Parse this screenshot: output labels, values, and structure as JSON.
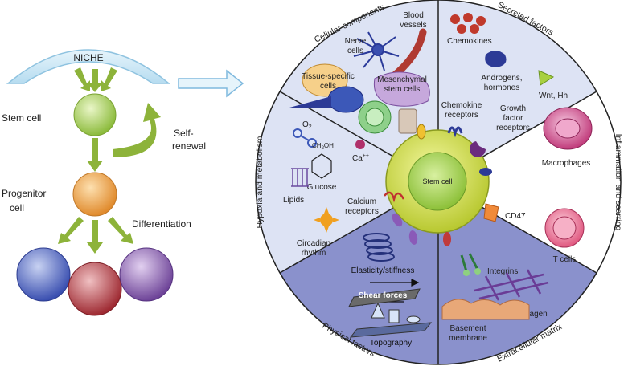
{
  "left_panel": {
    "niche": "NICHE",
    "stem_cell": "Stem cell",
    "self_renewal_1": "Self-",
    "self_renewal_2": "renewal",
    "progenitor_1": "Progenitor",
    "progenitor_2": "cell",
    "differentiation": "Differentiation"
  },
  "wheel": {
    "center": "Stem cell",
    "sectors": {
      "cellular_components": "Cellular components",
      "secreted_factors": "Secreted factors",
      "inflammation": "Inflammation and scarring",
      "extracellular_matrix": "Extracellular matrix",
      "physical_factors": "Physical factors",
      "hypoxia": "Hypoxia and metabolism"
    },
    "labels": {
      "blood_1": "Blood",
      "blood_2": "vessels",
      "nerve_1": "Nerve",
      "nerve_2": "cells",
      "tissue_1": "Tissue-specific",
      "tissue_2": "cells",
      "mesen_1": "Mesenchymal",
      "mesen_2": "stem cells",
      "chemokines": "Chemokines",
      "androgens_1": "Androgens,",
      "androgens_2": "hormones",
      "wnt": "Wnt, Hh",
      "chemrec_1": "Chemokine",
      "chemrec_2": "receptors",
      "growth_1": "Growth",
      "growth_2": "factor",
      "growth_3": "receptors",
      "macrophages": "Macrophages",
      "cd47": "CD47",
      "tcells": "T cells",
      "integrins": "Integrins",
      "fibronectin": "Fibronectin/collagen",
      "basement_1": "Basement",
      "basement_2": "membrane",
      "elasticity": "Elasticity/stiffness",
      "shear": "Shear forces",
      "topography": "Topography",
      "o2": "O",
      "o2_sub": "2",
      "ch2oh": "CH",
      "ch2oh_sub": "2",
      "ch2oh_end": "OH",
      "ca": "Ca",
      "ca_sup": "++",
      "glucose": "Glucose",
      "lipids": "Lipids",
      "calcium_1": "Calcium",
      "calcium_2": "receptors",
      "circadian_1": "Circadian",
      "circadian_2": "rhythm"
    }
  },
  "colors": {
    "niche_fill": "#cfe8f5",
    "niche_stroke": "#8fc3e0",
    "arrow_green": "#8db33a",
    "stem_green": "#a6cf5a",
    "progenitor_orange": "#f0a24a",
    "diff_blue": "#5b6fc4",
    "diff_red": "#b8434a",
    "diff_purple": "#8b63b0",
    "wheel_light": "#dde3f4",
    "wheel_dark": "#8a91cc",
    "center_yellow": "#d8e24a",
    "center_green": "#a6d24c"
  }
}
